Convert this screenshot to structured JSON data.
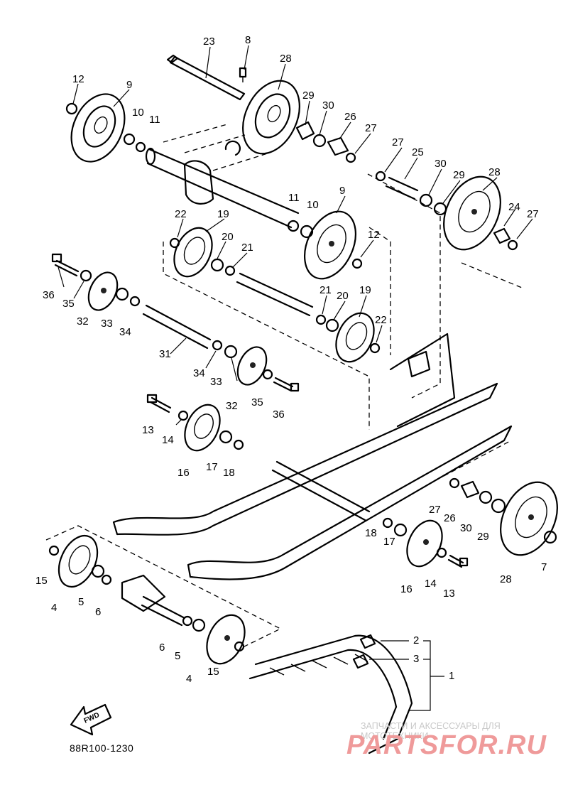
{
  "diagram": {
    "code": "88R100-1230",
    "fwd_label": "FWD",
    "watermark_text": "ЗАПЧАСТИ И АКСЕССУАРЫ ДЛЯ МОТОТЕХНИКИ",
    "watermark_logo": "PARTSFOR.RU",
    "callouts": [
      "23",
      "8",
      "28",
      "12",
      "9",
      "10",
      "11",
      "29",
      "30",
      "26",
      "27",
      "27",
      "25",
      "30",
      "29",
      "28",
      "24",
      "27",
      "11",
      "10",
      "9",
      "12",
      "22",
      "19",
      "20",
      "21",
      "36",
      "35",
      "32",
      "33",
      "34",
      "31",
      "21",
      "20",
      "19",
      "22",
      "34",
      "33",
      "32",
      "35",
      "36",
      "13",
      "14",
      "16",
      "17",
      "18",
      "27",
      "26",
      "30",
      "29",
      "18",
      "17",
      "16",
      "14",
      "13",
      "28",
      "7",
      "15",
      "4",
      "5",
      "6",
      "6",
      "5",
      "4",
      "15",
      "2",
      "3",
      "1"
    ]
  }
}
